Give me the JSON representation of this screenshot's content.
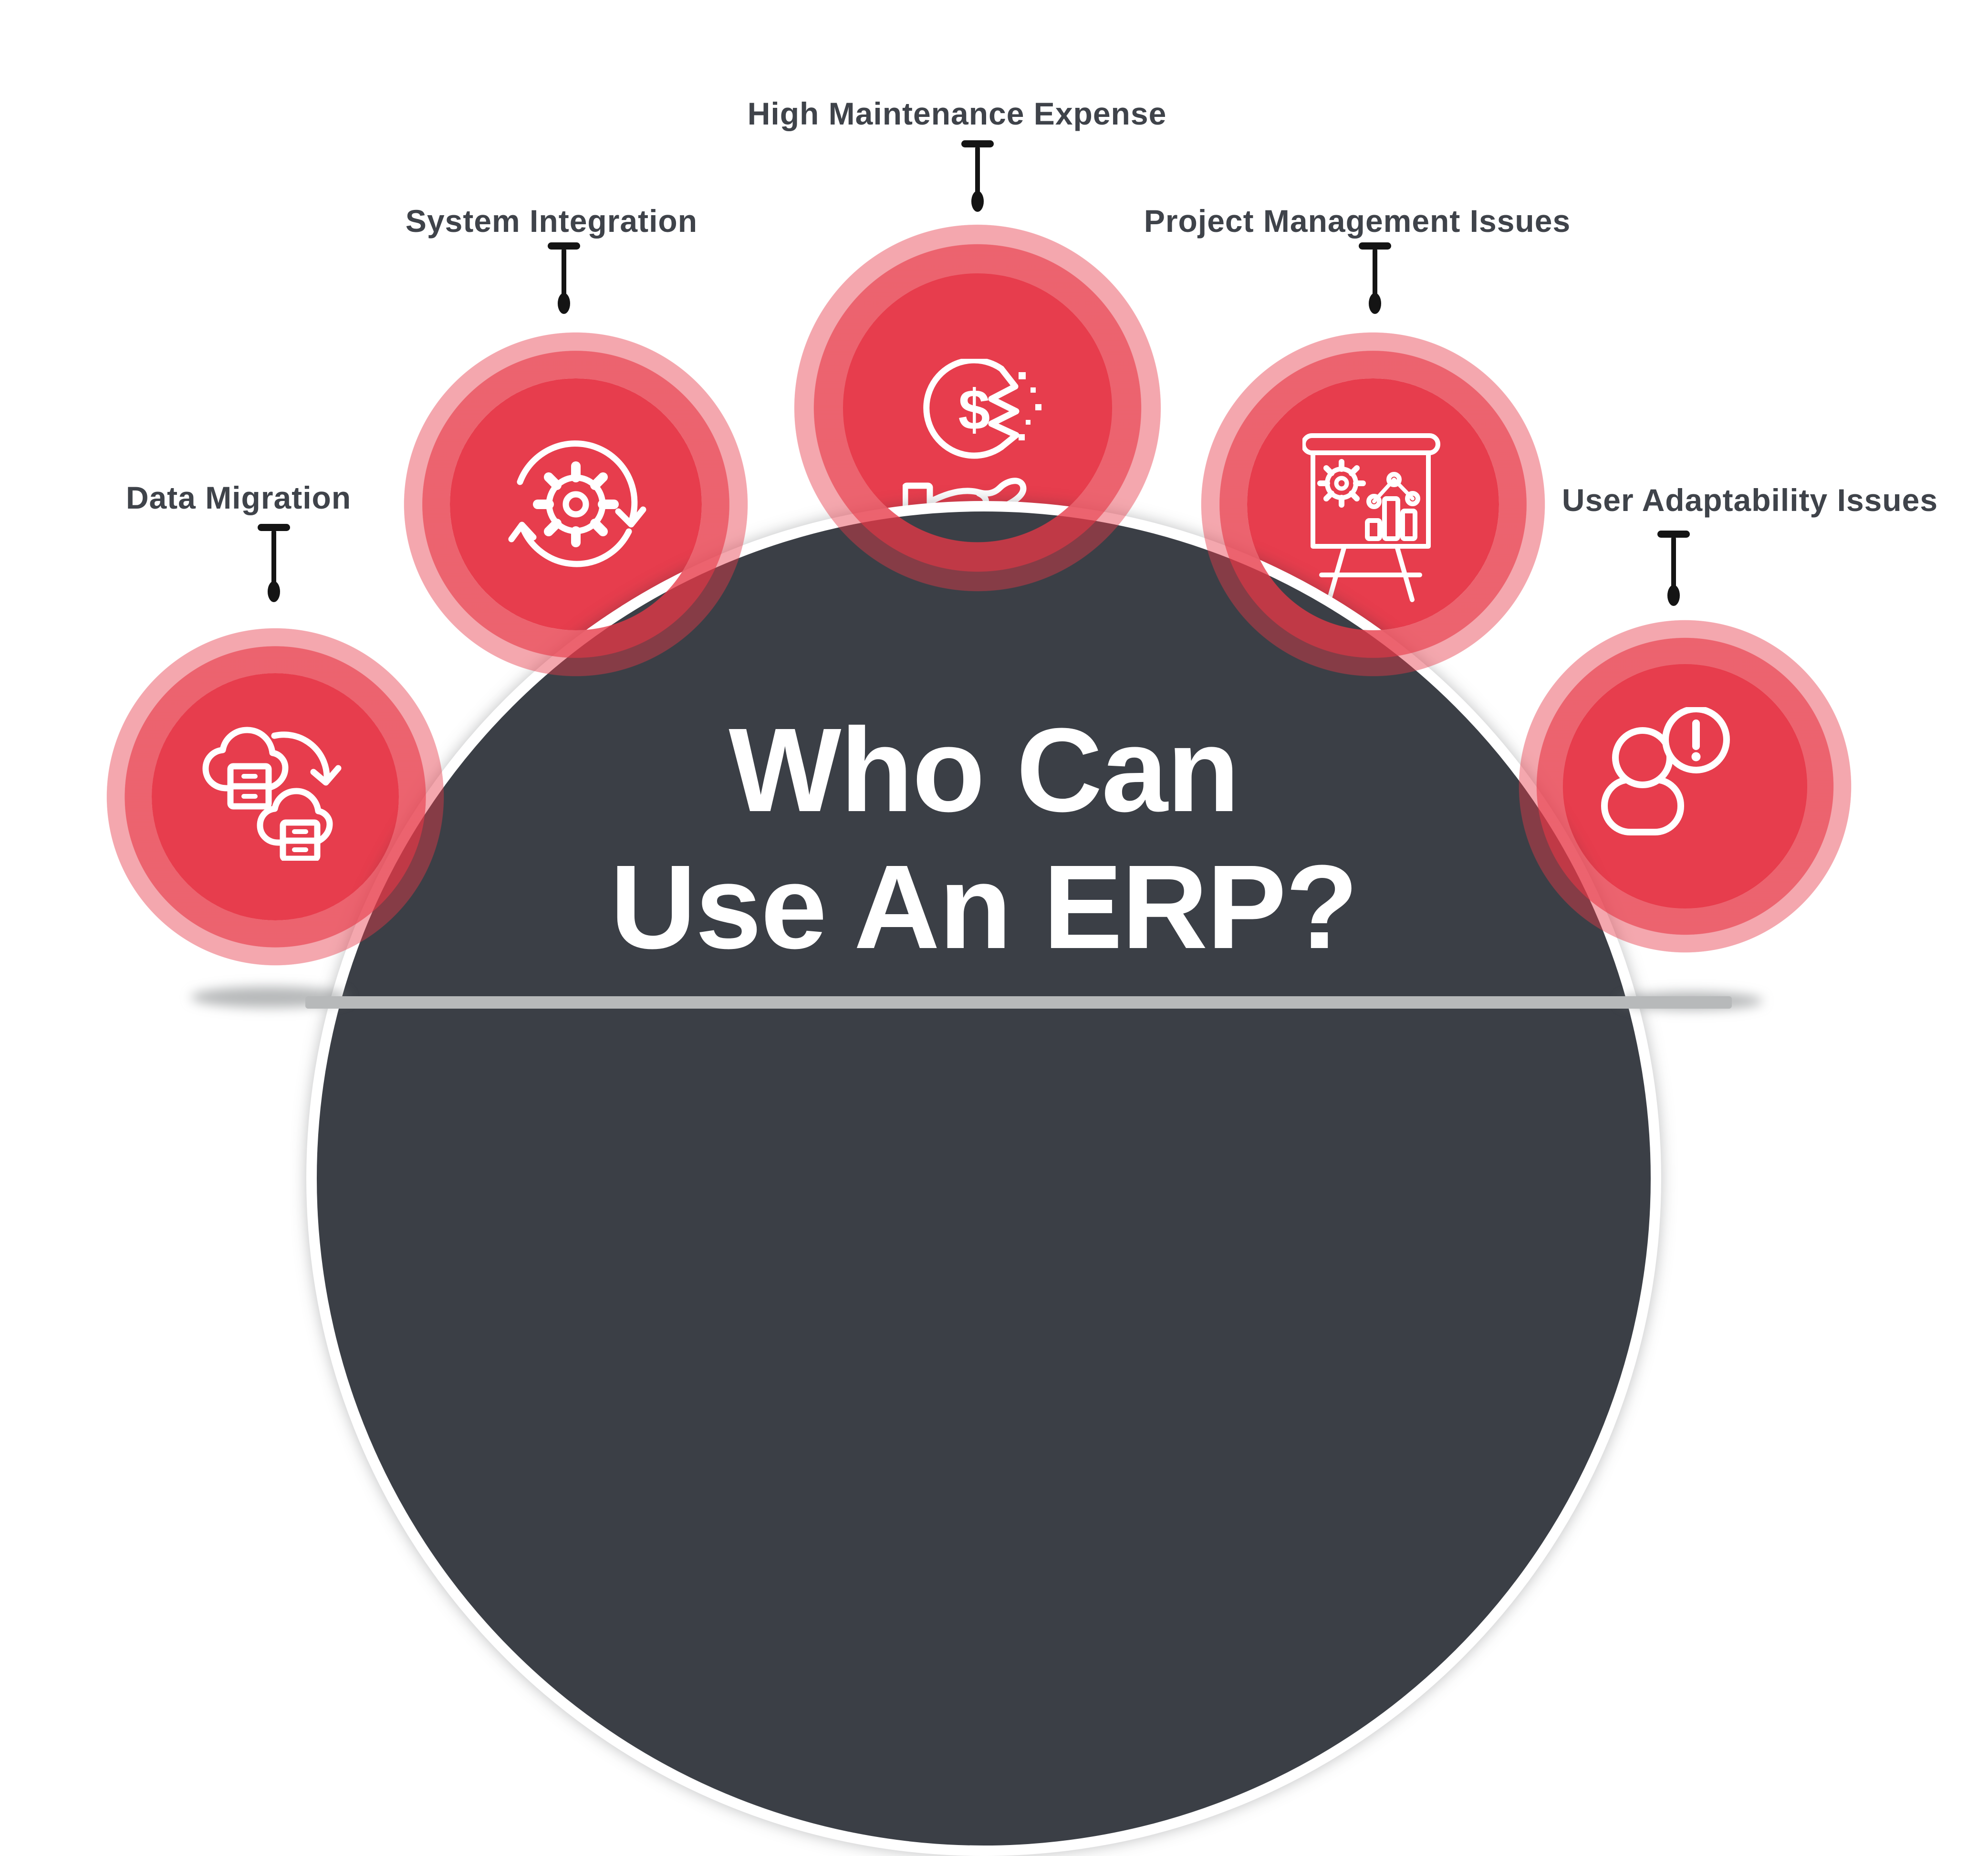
{
  "infographic": {
    "title_line1": "Who Can",
    "title_line2": "Use An ERP?",
    "items": [
      {
        "label": "Data Migration",
        "icon": "cloud-data-migration-icon"
      },
      {
        "label": "System Integration",
        "icon": "gear-sync-icon"
      },
      {
        "label": "High Maintenance Expense",
        "icon": "broken-dollar-hand-icon",
        "coin_symbol": "$"
      },
      {
        "label": "Project Management Issues",
        "icon": "presentation-board-chart-icon"
      },
      {
        "label": "User Adaptability Issues",
        "icon": "person-alert-icon"
      }
    ],
    "colors": {
      "accent_red": "#E73D4D",
      "ring_middle": "rgba(230,55,70,0.78)",
      "ring_outer": "rgba(230,55,70,0.44)",
      "dome_charcoal": "#3B3F46",
      "title_text": "#FFFFFF",
      "label_text": "#3F434A",
      "connector_black": "#141414",
      "ground_gray": "#B7B9BA"
    }
  }
}
